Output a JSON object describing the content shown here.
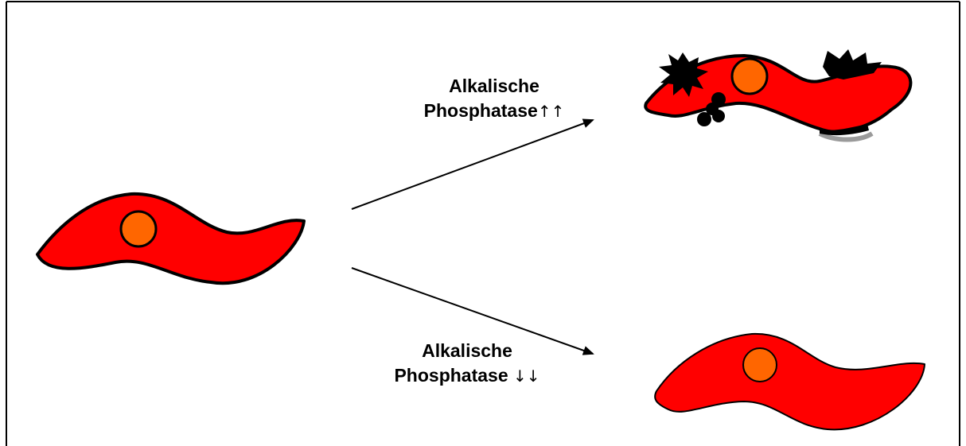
{
  "colors": {
    "cell_fill": "#ff0000",
    "nucleus_fill": "#ff6600",
    "outline": "#000000",
    "shadow": "#9a9a9a",
    "background": "#ffffff"
  },
  "labels": {
    "upper": {
      "line1": "Alkalische",
      "line2_text": "Phosphatase",
      "line2_arrows": "↑↑"
    },
    "lower": {
      "line1": "Alkalische",
      "line2_text": "Phosphatase ",
      "line2_arrows": "↓↓"
    }
  }
}
